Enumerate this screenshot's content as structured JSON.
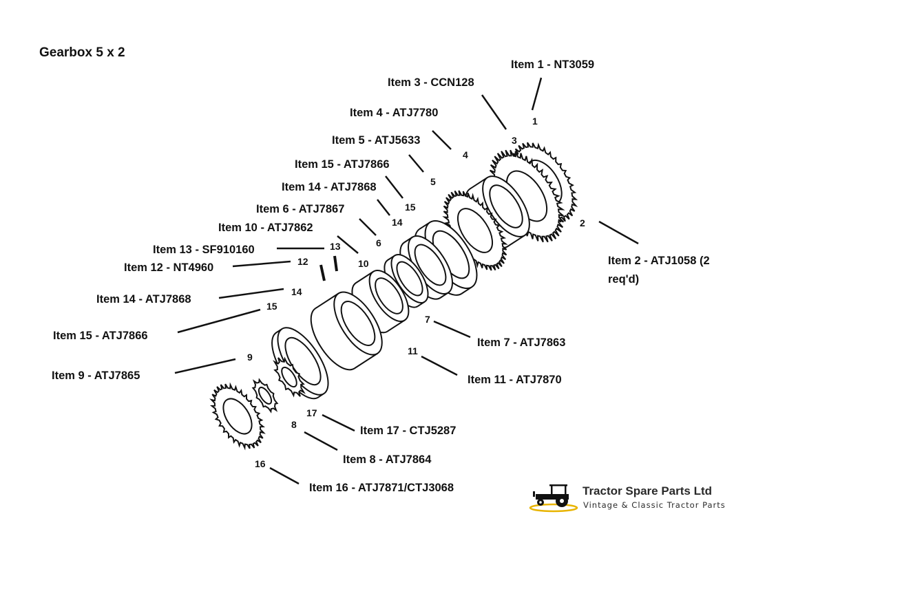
{
  "title": "Gearbox 5 x 2",
  "labels": {
    "item1": "Item 1 - NT3059",
    "item3": "Item 3 - CCN128",
    "item4": "Item 4 - ATJ7780",
    "item5": "Item 5 - ATJ5633",
    "item15a": "Item 15 - ATJ7866",
    "item14a": "Item 14 - ATJ7868",
    "item6": "Item 6 - ATJ7867",
    "item10": "Item 10 - ATJ7862",
    "item13": "Item 13 - SF910160",
    "item12": "Item 12 - NT4960",
    "item14b": "Item 14 - ATJ7868",
    "item15b": "Item 15 - ATJ7866",
    "item9": "Item 9 - ATJ7865",
    "item2": "Item 2 - ATJ1058 (2",
    "item2b": "req'd)",
    "item7": "Item 7 - ATJ7863",
    "item11": "Item 11 - ATJ7870",
    "item17": "Item 17 - CTJ5287",
    "item8": "Item 8 - ATJ7864",
    "item16": "Item 16 - ATJ7871/CTJ3068"
  },
  "numbers": {
    "n1": "1",
    "n2": "2",
    "n3": "3",
    "n4": "4",
    "n5": "5",
    "n15a": "15",
    "n14a": "14",
    "n6": "6",
    "n10": "10",
    "n13": "13",
    "n12": "12",
    "n14b": "14",
    "n15b": "15",
    "n9": "9",
    "n7": "7",
    "n11": "11",
    "n17": "17",
    "n8": "8",
    "n16": "16"
  },
  "logo": {
    "name": "Tractor Spare Parts Ltd",
    "tagline": "Vintage & Classic Tractor Parts",
    "accent": "#e8b400"
  }
}
